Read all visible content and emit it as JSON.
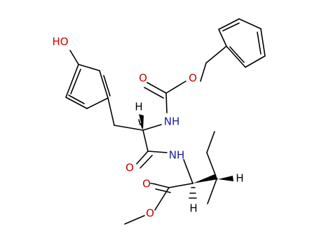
{
  "colors": {
    "bond": "#000000",
    "oxygen": "#cc0000",
    "nitrogen": "#1a1a99",
    "hydrogen": "#000000"
  },
  "labels": {
    "phenol_oh": "HO",
    "carbamate_carbonyl_o": "O",
    "carbamate_ester_o": "O",
    "carbamate_nh": "NH",
    "tyr_alpha_h": "H",
    "amide_o": "O",
    "amide_nh": "NH",
    "ester_carbonyl_o": "O",
    "ester_o": "O",
    "ile_alpha_h": "H",
    "ile_beta_h": "H"
  }
}
